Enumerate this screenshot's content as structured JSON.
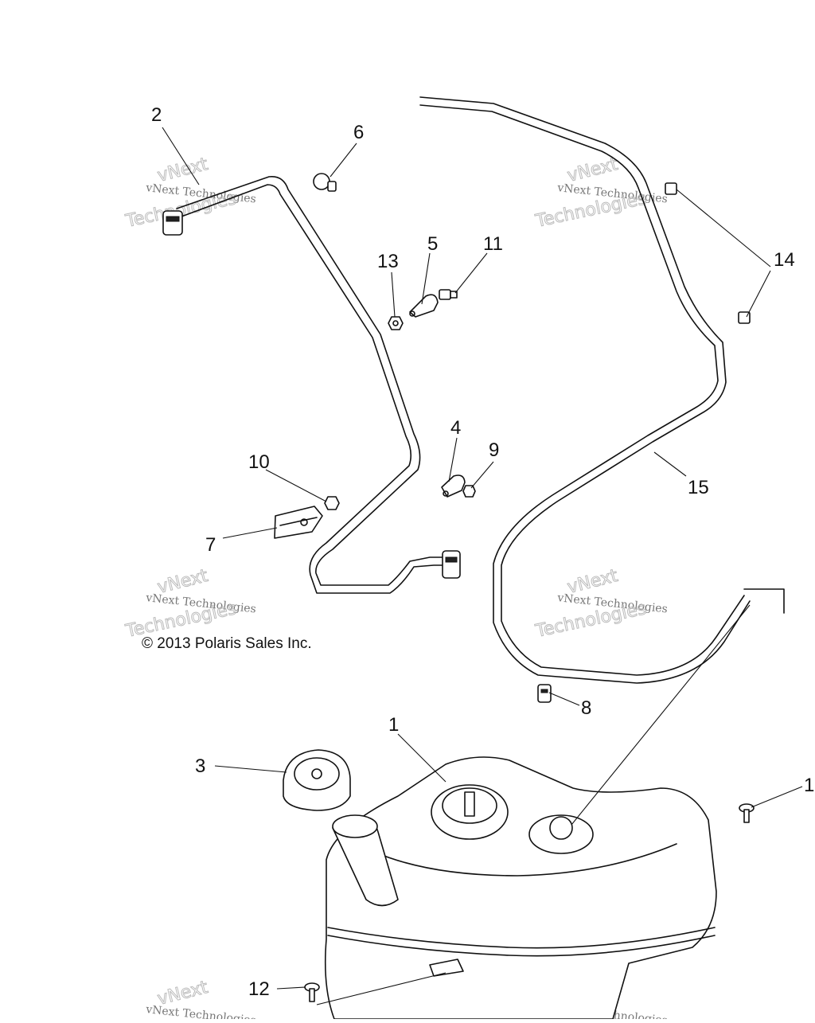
{
  "copyright": "© 2013 Polaris Sales Inc.",
  "watermark": {
    "line1": "vNext Technologies",
    "line2": "Technologies",
    "line3": "vNext"
  },
  "callouts": {
    "c1": "1",
    "c2": "2",
    "c3": "3",
    "c4": "4",
    "c5": "5",
    "c6": "6",
    "c7": "7",
    "c8": "8",
    "c9": "9",
    "c10": "10",
    "c11": "11",
    "c12": "12",
    "c12b": "1",
    "c13": "13",
    "c14": "14",
    "c15": "15"
  }
}
